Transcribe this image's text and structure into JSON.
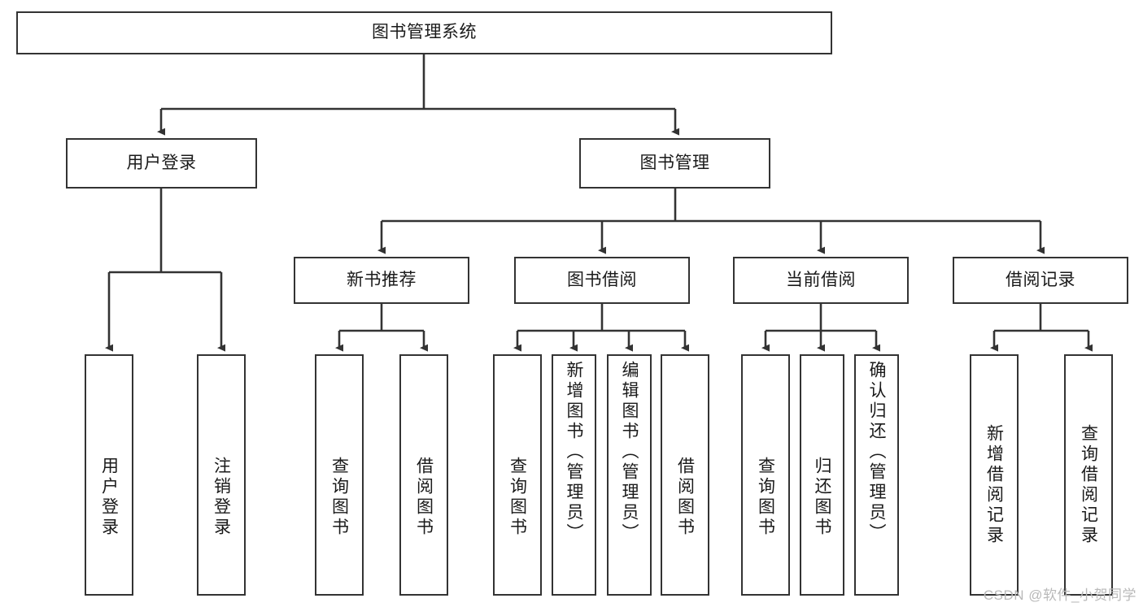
{
  "diagram": {
    "title": "图书管理系统",
    "type": "hierarchy-tree",
    "root": {
      "label": "图书管理系统"
    },
    "level2": [
      {
        "label": "用户登录"
      },
      {
        "label": "图书管理"
      }
    ],
    "level3": [
      {
        "label": "新书推荐"
      },
      {
        "label": "图书借阅"
      },
      {
        "label": "当前借阅"
      },
      {
        "label": "借阅记录"
      }
    ],
    "leaves": {
      "user_login": [
        {
          "label": "用户登录"
        },
        {
          "label": "注销登录"
        }
      ],
      "new_book_recommend": [
        {
          "label": "查询图书"
        },
        {
          "label": "借阅图书"
        }
      ],
      "book_borrow": [
        {
          "label": "查询图书"
        },
        {
          "label": "新增图书（管理员）"
        },
        {
          "label": "编辑图书（管理员）"
        },
        {
          "label": "借阅图书"
        }
      ],
      "current_borrow": [
        {
          "label": "查询图书"
        },
        {
          "label": "归还图书"
        },
        {
          "label": "确认归还（管理员）"
        }
      ],
      "borrow_record": [
        {
          "label": "新增借阅记录"
        },
        {
          "label": "查询借阅记录"
        }
      ]
    }
  },
  "watermark": {
    "text": "CSDN @软件_小贺同学"
  },
  "colors": {
    "stroke": "#333333",
    "fill": "#ffffff",
    "text": "#1a1a1a",
    "watermark": "#b9b9b9"
  }
}
